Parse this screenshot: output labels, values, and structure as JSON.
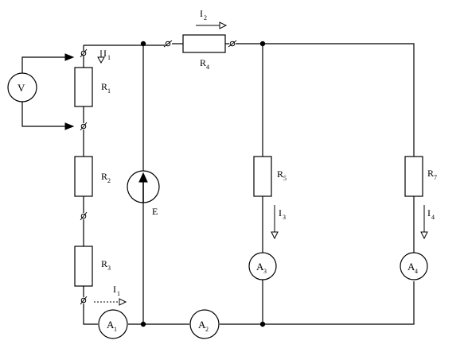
{
  "labels": {
    "R1": "R",
    "R1_sub": "1",
    "R2": "R",
    "R2_sub": "2",
    "R3": "R",
    "R3_sub": "3",
    "R4": "R",
    "R4_sub": "4",
    "R5": "R",
    "R5_sub": "5",
    "R7": "R",
    "R7_sub": "7",
    "E": "E",
    "V": "V",
    "A1": "A",
    "A1_sub": "1",
    "A2": "A",
    "A2_sub": "2",
    "A3": "A",
    "A3_sub": "3",
    "A4": "A",
    "A4_sub": "4",
    "I1": "I",
    "I1_sub": "1",
    "I1b": "I",
    "I1b_sub": "1",
    "I2": "I",
    "I2_sub": "2",
    "I3": "I",
    "I3_sub": "3",
    "I4": "I",
    "I4_sub": "4"
  }
}
